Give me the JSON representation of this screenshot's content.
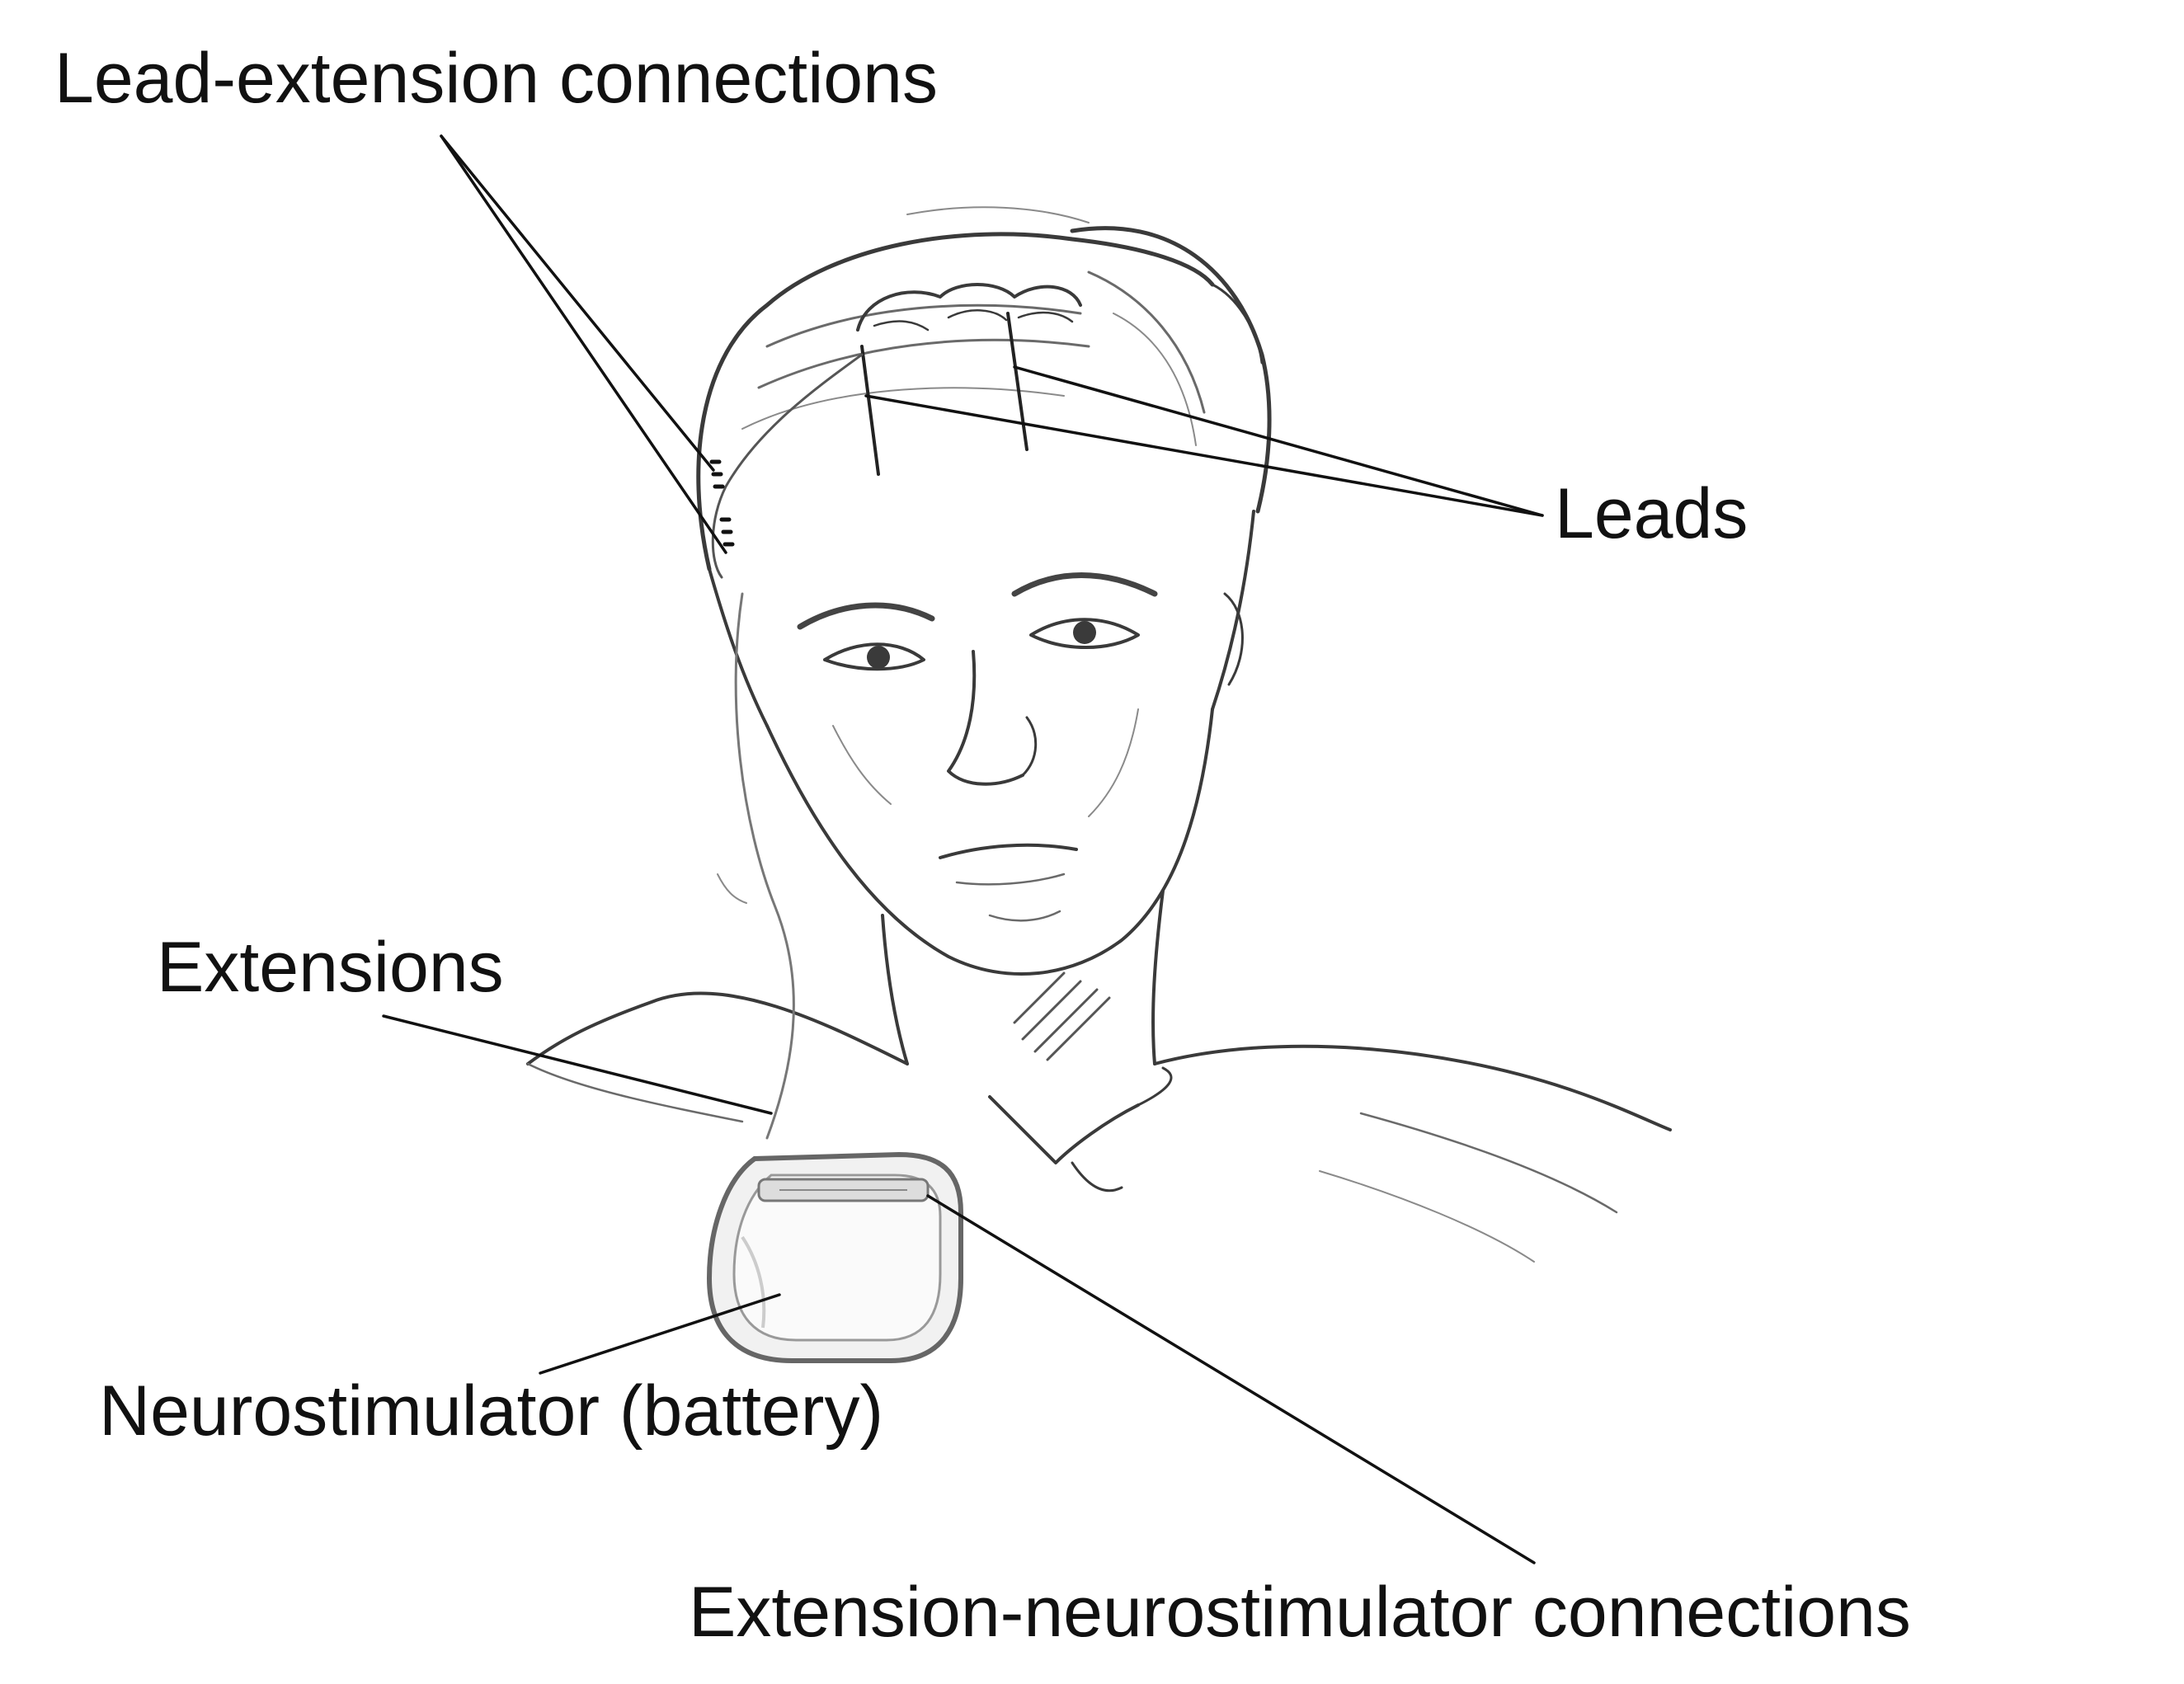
{
  "labels": {
    "lead_extension_connections": "Lead-extension connections",
    "leads": "Leads",
    "extensions": "Extensions",
    "neurostimulator_battery": "Neurostimulator (battery)",
    "extension_neurostimulator_connections": "Extension-neurostimulator connections"
  },
  "colors": {
    "ink": "#111111",
    "sketch": "#3a3a3a",
    "shade": "#8a8a8a",
    "device_fill": "#f1f1f1",
    "background": "#ffffff"
  }
}
